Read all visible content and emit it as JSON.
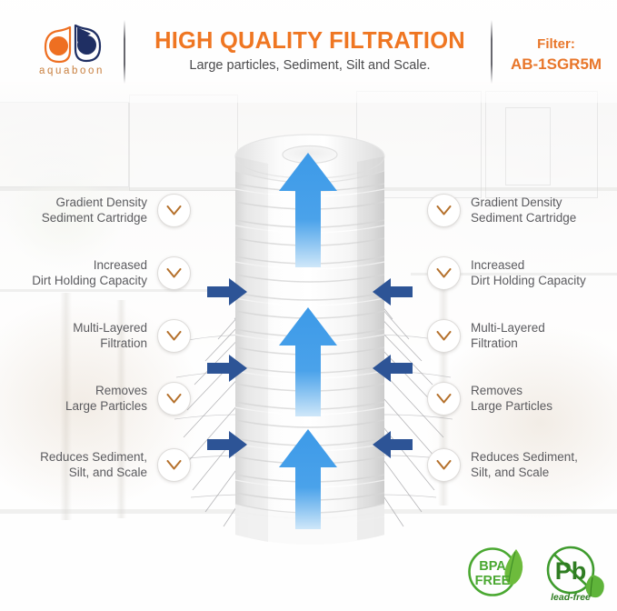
{
  "header": {
    "logo": {
      "mark_name": "aquaboon-ab-monogram",
      "wordmark": "aquaboon",
      "orange": "#ee6f21",
      "navy": "#1f2f63",
      "wordmark_color": "#c87f3e"
    },
    "title": "HIGH QUALITY FILTRATION",
    "subtitle": "Large particles, Sediment, Silt and Scale.",
    "title_color": "#ef7622",
    "subtitle_color": "#4a4a4c",
    "filter_label": "Filter:",
    "filter_code": "AB-1SGR5M",
    "filter_color": "#e8762a"
  },
  "features_left": [
    {
      "line1": "Gradient Density",
      "line2": "Sediment Cartridge"
    },
    {
      "line1": "Increased",
      "line2": "Dirt Holding Capacity"
    },
    {
      "line1": "Multi-Layered",
      "line2": "Filtration"
    },
    {
      "line1": "Removes",
      "line2": "Large Particles"
    },
    {
      "line1": "Reduces Sediment,",
      "line2": "Silt, and Scale"
    }
  ],
  "features_right": [
    {
      "line1": "Gradient Density",
      "line2": "Sediment Cartridge"
    },
    {
      "line1": "Increased",
      "line2": "Dirt Holding Capacity"
    },
    {
      "line1": "Multi-Layered",
      "line2": "Filtration"
    },
    {
      "line1": "Removes",
      "line2": "Large Particles"
    },
    {
      "line1": "Reduces Sediment,",
      "line2": "Silt, and Scale"
    }
  ],
  "badge": {
    "icon_name": "check-icon",
    "check_color": "#b5712c"
  },
  "product": {
    "name": "sediment-filter-cartridge",
    "flow_up_icon": "up-arrow-icon",
    "flow_in_icon": "inward-arrow-icon",
    "up_arrow_color": "#3d9ae8",
    "in_arrow_color": "#2d5496",
    "body_color": "#f4f4f4"
  },
  "certifications": [
    {
      "id": "bpa-free",
      "line1": "BPA",
      "line2": "FREE",
      "caption": "",
      "color": "#4aa831"
    },
    {
      "id": "lead-free",
      "line1": "Pb",
      "line2": "",
      "caption": "lead-free",
      "color": "#3f9b2e"
    }
  ]
}
